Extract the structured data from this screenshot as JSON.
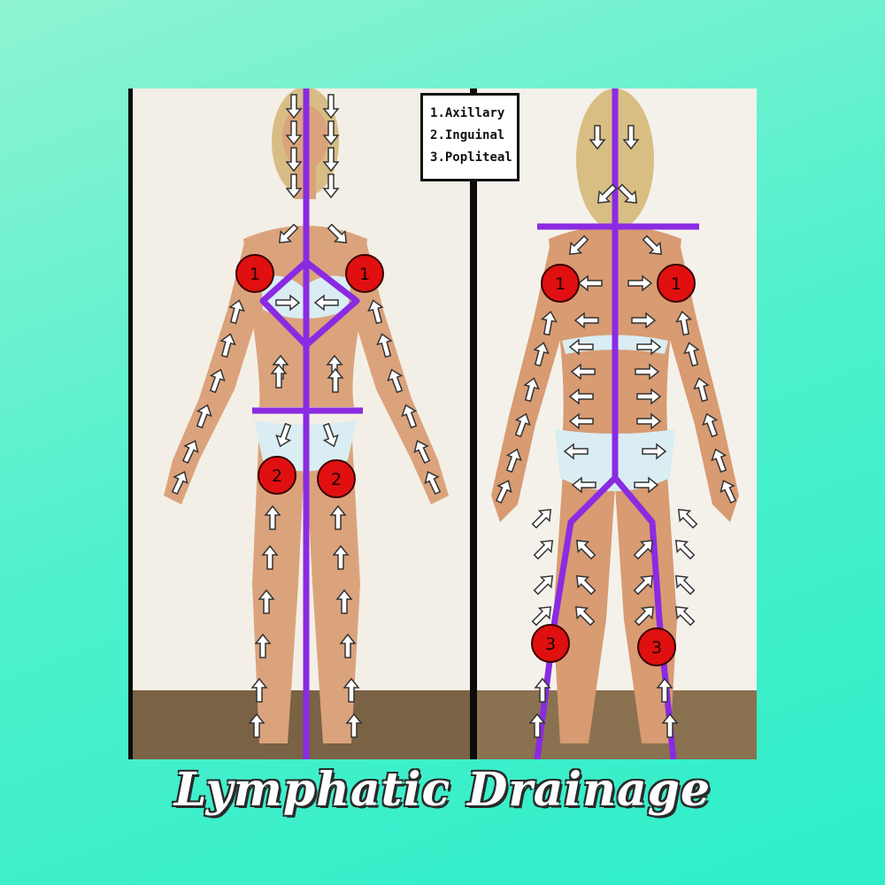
{
  "title": "Lymphatic Drainage",
  "legend": {
    "items": [
      {
        "number": "1",
        "label": "Axillary"
      },
      {
        "number": "2",
        "label": "Inguinal"
      },
      {
        "number": "3",
        "label": "Popliteal"
      }
    ]
  },
  "front_nodes": [
    {
      "number": "1",
      "site": "left-axillary"
    },
    {
      "number": "1",
      "site": "right-axillary"
    },
    {
      "number": "2",
      "site": "left-inguinal"
    },
    {
      "number": "2",
      "site": "right-inguinal"
    }
  ],
  "back_nodes": [
    {
      "number": "1",
      "site": "left-axillary"
    },
    {
      "number": "1",
      "site": "right-axillary"
    },
    {
      "number": "3",
      "site": "left-popliteal"
    },
    {
      "number": "3",
      "site": "right-popliteal"
    }
  ],
  "colors": {
    "guide_line": "#8a2be2",
    "node_fill": "#e01010",
    "node_number": "#1a0000",
    "arrow_fill": "#ffffff",
    "arrow_stroke": "#333333",
    "wall": "#f3efe6",
    "floor": "#7a6244"
  }
}
